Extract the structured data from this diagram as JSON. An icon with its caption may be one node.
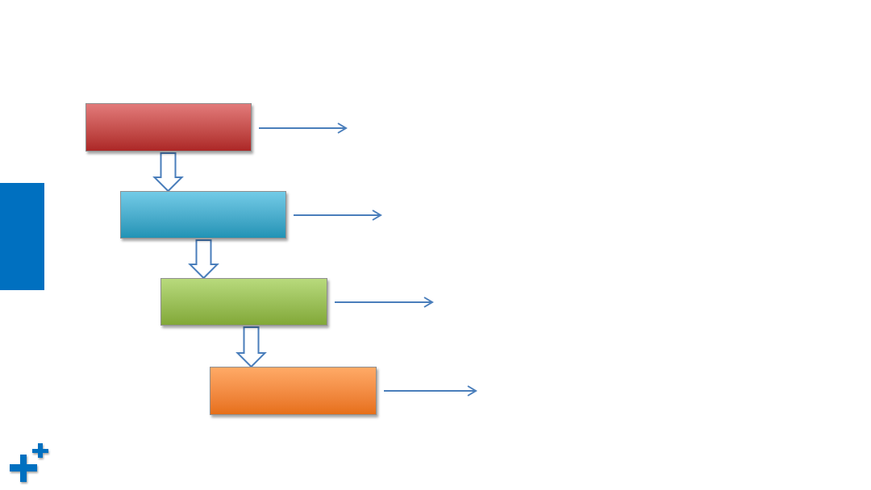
{
  "diagram": {
    "nodes": [
      {
        "text": [],
        "shape": "box"
      },
      {
        "text": [],
        "shape": "box"
      },
      {
        "text": [],
        "shape": "box"
      },
      {
        "text": [],
        "shape": "box"
      },
      {
        "text": [],
        "shape": "bar"
      }
    ],
    "edges": [
      {
        "from": 0,
        "to": null,
        "arrow": "to"
      },
      {
        "from": 0,
        "to": 1,
        "arrow": "to",
        "style": "thick"
      },
      {
        "from": 1,
        "to": null,
        "arrow": "to"
      },
      {
        "from": 1,
        "to": 2,
        "arrow": "to",
        "style": "thick"
      },
      {
        "from": 2,
        "to": null,
        "arrow": "to"
      },
      {
        "from": 2,
        "to": 3,
        "arrow": "to",
        "style": "thick"
      },
      {
        "from": 3,
        "to": null,
        "arrow": "to"
      }
    ]
  }
}
